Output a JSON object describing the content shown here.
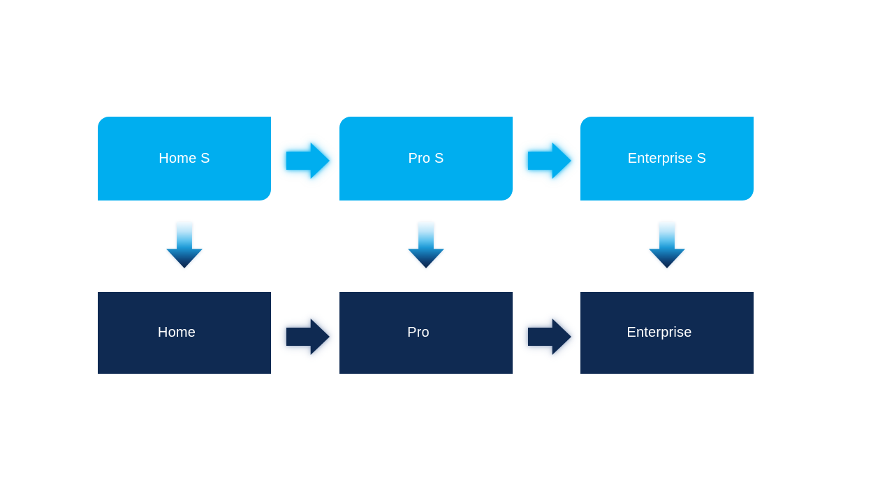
{
  "diagram": {
    "background": "#ffffff",
    "accent_light_blue": "#00AEEF",
    "accent_dark_navy": "#0F2A52",
    "nodes": {
      "top_row": [
        {
          "label": "Home S"
        },
        {
          "label": "Pro S"
        },
        {
          "label": "Enterprise S"
        }
      ],
      "bottom_row": [
        {
          "label": "Home"
        },
        {
          "label": "Pro"
        },
        {
          "label": "Enterprise"
        }
      ]
    },
    "edges": [
      {
        "from": "Home S",
        "to": "Pro S",
        "type": "right-arrow",
        "style": "light-blue-glow"
      },
      {
        "from": "Pro S",
        "to": "Enterprise S",
        "type": "right-arrow",
        "style": "light-blue-glow"
      },
      {
        "from": "Home",
        "to": "Pro",
        "type": "right-arrow",
        "style": "dark-navy-glow"
      },
      {
        "from": "Pro",
        "to": "Enterprise",
        "type": "right-arrow",
        "style": "dark-navy-glow"
      },
      {
        "from": "Home S",
        "to": "Home",
        "type": "down-arrow",
        "style": "light-to-dark-gradient"
      },
      {
        "from": "Pro S",
        "to": "Pro",
        "type": "down-arrow",
        "style": "light-to-dark-gradient"
      },
      {
        "from": "Enterprise S",
        "to": "Enterprise",
        "type": "down-arrow",
        "style": "light-to-dark-gradient"
      }
    ]
  }
}
